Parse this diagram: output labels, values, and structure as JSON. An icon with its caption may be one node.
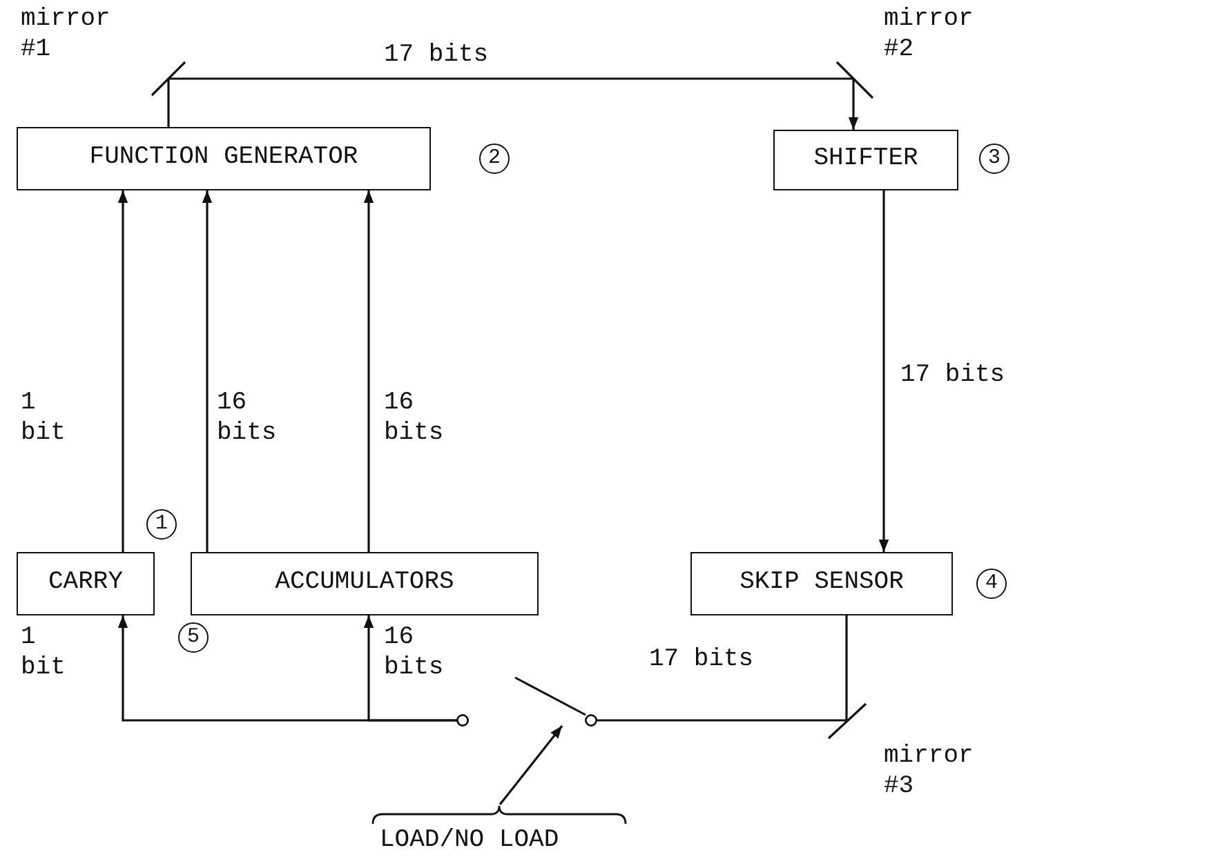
{
  "diagram": {
    "nodes": [
      {
        "text": [
          "FUNCTION GENERATOR"
        ],
        "beside": [
          "2"
        ]
      },
      {
        "text": [
          "SHIFTER"
        ],
        "beside": [
          "3"
        ]
      },
      {
        "text": [
          "CARRY"
        ],
        "beside": [
          "1"
        ]
      },
      {
        "text": [
          "ACCUMULATORS"
        ]
      },
      {
        "text": [
          "SKIP SENSOR"
        ],
        "beside": [
          "4"
        ]
      },
      {
        "text": [],
        "shape": "bar",
        "beside": [
          "mirror #1"
        ]
      },
      {
        "text": [],
        "shape": "bar",
        "beside": [
          "mirror #2"
        ]
      },
      {
        "text": [],
        "shape": "bar",
        "beside": [
          "mirror #3"
        ]
      },
      {
        "text": [],
        "shape": "switch"
      },
      {
        "text": [
          "LOAD/NO LOAD"
        ]
      }
    ],
    "edges": [
      {
        "from": 0,
        "to": 5,
        "arrow": "none"
      },
      {
        "from": 5,
        "to": 6,
        "arrow": "none",
        "label": "17 bits"
      },
      {
        "from": 6,
        "to": 1,
        "arrow": "to"
      },
      {
        "from": 1,
        "to": 4,
        "arrow": "to",
        "label": "17 bits"
      },
      {
        "from": 4,
        "to": 7,
        "arrow": "none"
      },
      {
        "from": 7,
        "to": 8,
        "arrow": "none",
        "label": "17 bits"
      },
      {
        "from": 8,
        "to": 2,
        "arrow": "to",
        "label": "1 bit"
      },
      {
        "from": 8,
        "to": 3,
        "arrow": "to",
        "label": "16 bits"
      },
      {
        "from": 2,
        "to": 0,
        "arrow": "to",
        "label": "1 bit"
      },
      {
        "from": 3,
        "to": 0,
        "arrow": "to",
        "label": "16 bits"
      },
      {
        "from": 3,
        "to": 0,
        "arrow": "to",
        "label": "16 bits"
      },
      {
        "from": 9,
        "to": 8,
        "arrow": "to"
      }
    ],
    "labels": [
      "5"
    ]
  }
}
